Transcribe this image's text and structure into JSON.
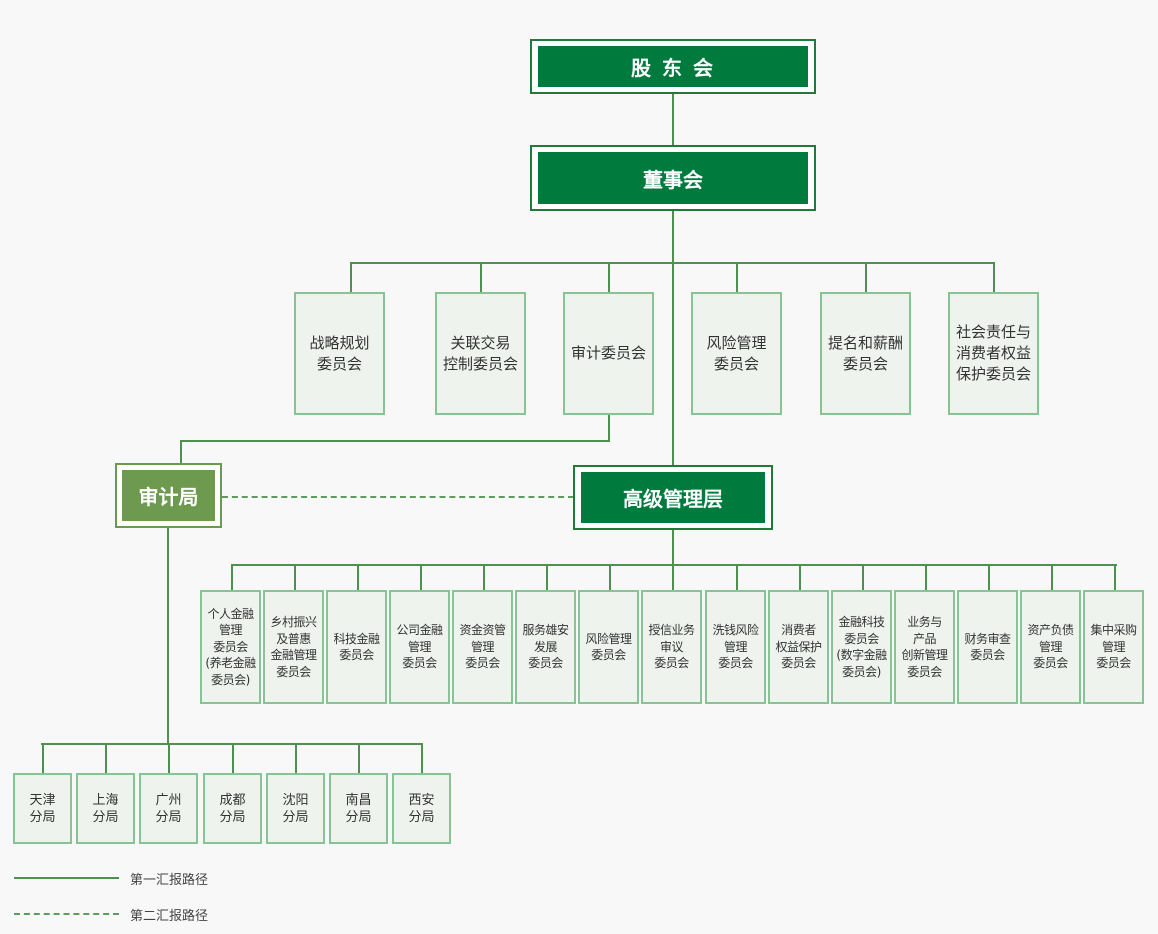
{
  "shareholders": {
    "label": "股 东 会"
  },
  "board": {
    "label": "董事会"
  },
  "board_committees": [
    {
      "label": "战略规划\n委员会"
    },
    {
      "label": "关联交易\n控制委员会"
    },
    {
      "label": "审计委员会"
    },
    {
      "label": "风险管理\n委员会"
    },
    {
      "label": "提名和薪酬\n委员会"
    },
    {
      "label": "社会责任与\n消费者权益\n保护委员会"
    }
  ],
  "audit_bureau": {
    "label": "审计局"
  },
  "senior_management": {
    "label": "高级管理层"
  },
  "management_committees": [
    {
      "label": "个人金融\n管理\n委员会\n(养老金融\n委员会)"
    },
    {
      "label": "乡村振兴\n及普惠\n金融管理\n委员会"
    },
    {
      "label": "科技金融\n委员会"
    },
    {
      "label": "公司金融\n管理\n委员会"
    },
    {
      "label": "资金资管\n管理\n委员会"
    },
    {
      "label": "服务雄安\n发展\n委员会"
    },
    {
      "label": "风险管理\n委员会"
    },
    {
      "label": "授信业务\n审议\n委员会"
    },
    {
      "label": "洗钱风险\n管理\n委员会"
    },
    {
      "label": "消费者\n权益保护\n委员会"
    },
    {
      "label": "金融科技\n委员会\n(数字金融\n委员会)"
    },
    {
      "label": "业务与\n产品\n创新管理\n委员会"
    },
    {
      "label": "财务审查\n委员会"
    },
    {
      "label": "资产负债\n管理\n委员会"
    },
    {
      "label": "集中采购\n管理\n委员会"
    }
  ],
  "audit_branches": [
    {
      "label": "天津\n分局"
    },
    {
      "label": "上海\n分局"
    },
    {
      "label": "广州\n分局"
    },
    {
      "label": "成都\n分局"
    },
    {
      "label": "沈阳\n分局"
    },
    {
      "label": "南昌\n分局"
    },
    {
      "label": "西安\n分局"
    }
  ],
  "legend": {
    "primary": "第一汇报路径",
    "secondary": "第二汇报路径"
  },
  "colors": {
    "dark_green": "#007a3d",
    "audit_green": "#6e9a50",
    "box_fill": "#eef3ee",
    "box_border": "#86c496",
    "line": "#4f8f4f"
  }
}
